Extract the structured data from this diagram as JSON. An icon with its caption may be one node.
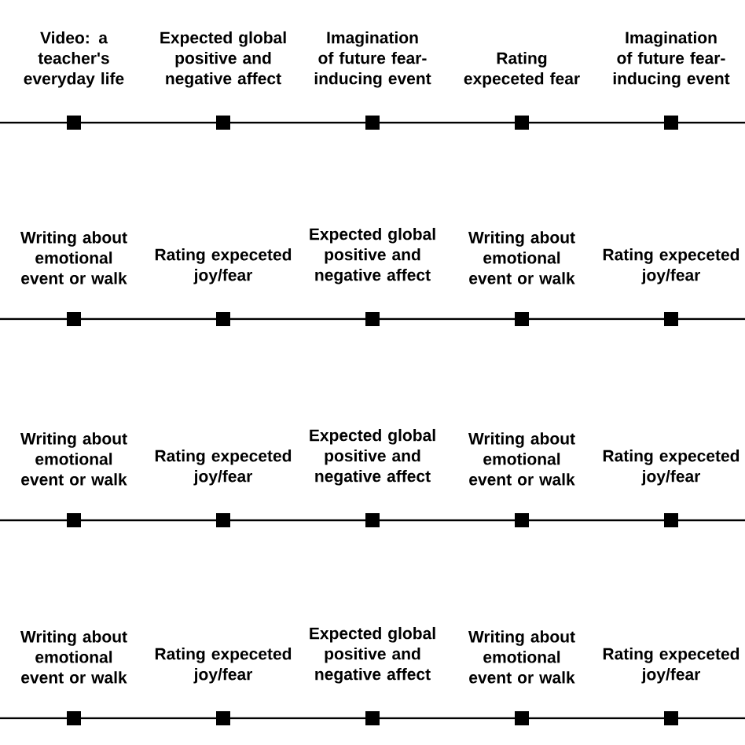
{
  "diagram": {
    "labels": [
      "Video: a teacher's everyday life",
      "Expected global positive and negative affect",
      "Imagination of future fear-inducing event",
      "Rating expeceted fear",
      "Imagination of future fear-inducing event",
      "Writing about emotional event or walk",
      "Rating expeceted joy/fear",
      "Expected global positive and negative affect",
      "Writing about emotional event or walk",
      "Rating expeceted joy/fear",
      "Writing about emotional event or walk",
      "Rating expeceted joy/fear",
      "Expected global positive and negative affect",
      "Writing about emotional event or walk",
      "Rating expeceted joy/fear",
      "Writing about emotional event or walk",
      "Rating expeceted joy/fear",
      "Expected global positive and negative affect",
      "Writing about emotional event or walk",
      "Rating expeceted joy/fear"
    ]
  }
}
